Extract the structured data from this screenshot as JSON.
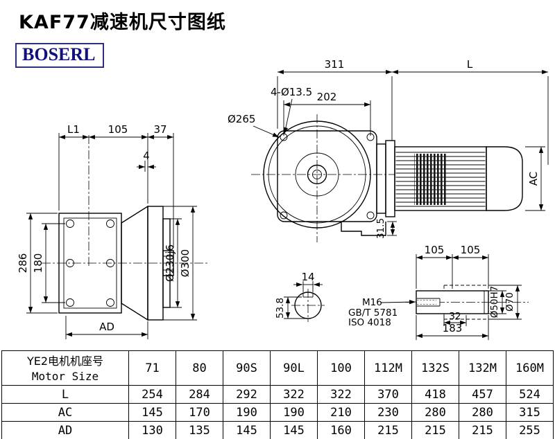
{
  "page": {
    "title": "KAF77减速机尺寸图纸",
    "logo": "BOSERL"
  },
  "colors": {
    "logo_text": "#10107e",
    "logo_border": "#2e2e7d",
    "line": "#000000",
    "background": "#ffffff"
  },
  "drawing": {
    "front_view": {
      "total_length": "311",
      "motor_length": "L",
      "bolt_holes": "4-Ø13.5",
      "hole_spacing": "202",
      "flange_diameter": "Ø265",
      "motor_diameter": "AC",
      "foot_height": "31.5"
    },
    "side_view": {
      "l1": "L1",
      "len_105": "105",
      "len_37": "37",
      "len_4": "4",
      "height_286": "286",
      "height_180": "180",
      "ad": "AD",
      "spigot_diameter": "Ø230j6",
      "flange_diameter": "Ø300"
    },
    "key_section": {
      "key_width": "14",
      "key_depth": "53.8"
    },
    "shaft_detail": {
      "len_105_a": "105",
      "len_105_b": "105",
      "thread": "M16",
      "standard_gb": "GB/T 5781",
      "standard_iso": "ISO 4018",
      "len_32": "32",
      "len_183": "183",
      "bore_diameter": "Ø50H7",
      "hub_diameter": "Ø70"
    }
  },
  "table": {
    "header": {
      "label_cn": "YE2电机机座号",
      "label_en": "Motor Size",
      "sizes": [
        "71",
        "80",
        "90S",
        "90L",
        "100",
        "112M",
        "132S",
        "132M",
        "160M"
      ]
    },
    "rows": [
      {
        "label": "L",
        "values": [
          "254",
          "284",
          "292",
          "322",
          "322",
          "370",
          "418",
          "457",
          "524"
        ]
      },
      {
        "label": "AC",
        "values": [
          "145",
          "170",
          "190",
          "190",
          "210",
          "230",
          "280",
          "280",
          "315"
        ]
      },
      {
        "label": "AD",
        "values": [
          "130",
          "135",
          "145",
          "145",
          "160",
          "215",
          "215",
          "215",
          "255"
        ]
      }
    ]
  }
}
